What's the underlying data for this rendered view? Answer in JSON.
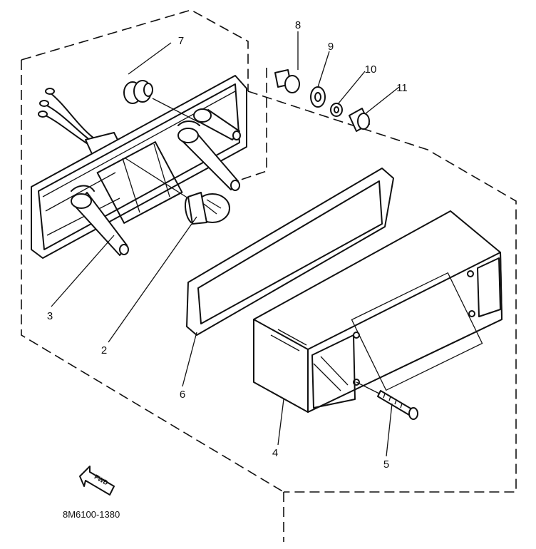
{
  "diagram": {
    "drawing_number": "8M6100-1380",
    "direction_label": "FWD",
    "callouts": [
      {
        "id": "1",
        "text": "2"
      },
      {
        "id": "2",
        "text": "3"
      },
      {
        "id": "3",
        "text": "4"
      },
      {
        "id": "4",
        "text": "5"
      },
      {
        "id": "5",
        "text": "6"
      },
      {
        "id": "6",
        "text": "7"
      },
      {
        "id": "7",
        "text": "8"
      },
      {
        "id": "8",
        "text": "9"
      },
      {
        "id": "9",
        "text": "10"
      },
      {
        "id": "10",
        "text": "11"
      }
    ]
  }
}
